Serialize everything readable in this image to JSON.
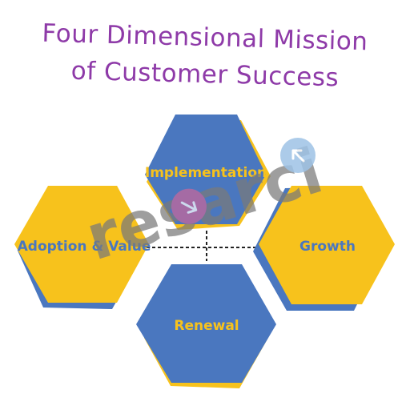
{
  "title": {
    "line1": "Four Dimensional Mission",
    "line2": "of Customer Success"
  },
  "hexagons": {
    "implementation": "Implementation",
    "adoption": "Adoption & Value",
    "growth": "Growth",
    "renewal": "Renewal"
  },
  "watermark": {
    "text": "resarci"
  },
  "colors": {
    "blue": "#4a77bf",
    "yellow": "#f7c21c",
    "title_purple": "#8e3aa8",
    "label_on_blue": "#f7c21c",
    "label_on_yellow": "#4a77bf",
    "watermark_gray": "#7a7a7a",
    "watermark_pink": "#c8679a",
    "watermark_light_blue": "#9ec3e6"
  }
}
